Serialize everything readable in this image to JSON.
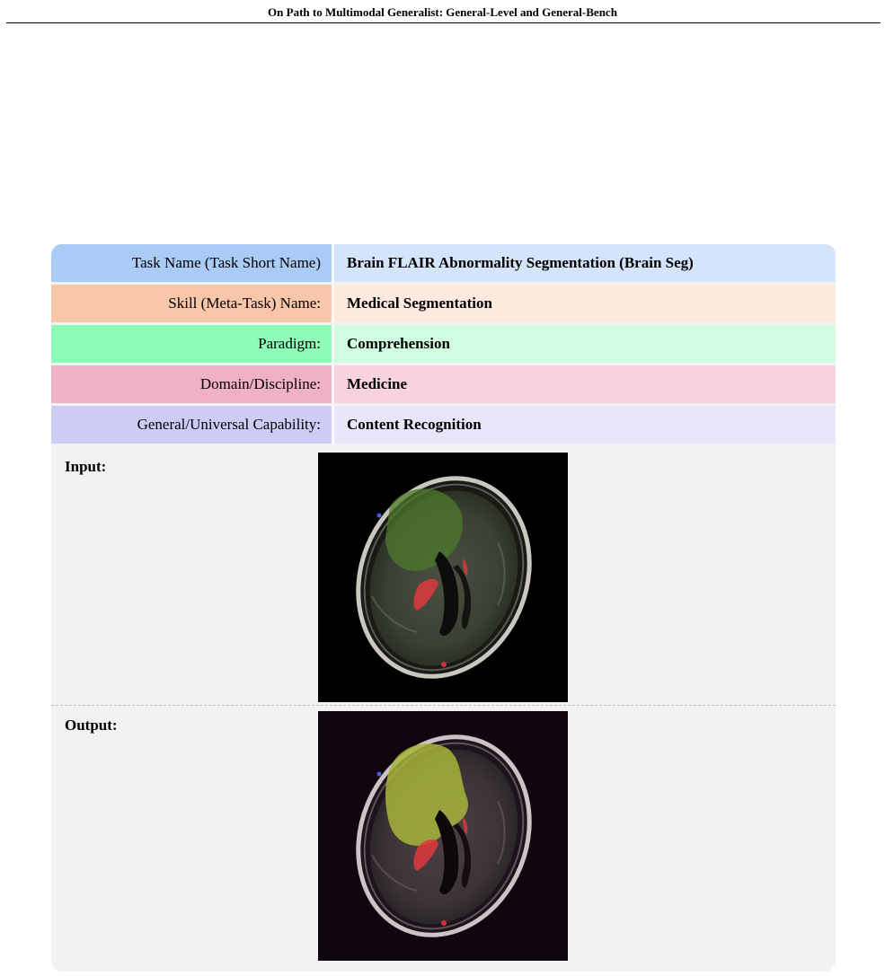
{
  "header": {
    "running_title": "On Path to Multimodal Generalist: General-Level and General-Bench"
  },
  "task_card": {
    "rows": [
      {
        "label": "Task Name (Task Short Name)",
        "value": "Brain FLAIR Abnormality Segmentation (Brain Seg)",
        "label_color": "#a9cbf5",
        "value_color": "#d3e4fb"
      },
      {
        "label": "Skill (Meta-Task) Name:",
        "value": "Medical Segmentation",
        "label_color": "#f8c6a8",
        "value_color": "#fde9de"
      },
      {
        "label": "Paradigm:",
        "value": "Comprehension",
        "label_color": "#8efcb8",
        "value_color": "#d0fce2"
      },
      {
        "label": "Domain/Discipline:",
        "value": "Medicine",
        "label_color": "#efb1c3",
        "value_color": "#f8d2dc"
      },
      {
        "label": "General/Universal Capability:",
        "value": "Content Recognition",
        "label_color": "#cfcbf7",
        "value_color": "#e8e6fb"
      }
    ],
    "input_label": "Input:",
    "output_label": "Output:"
  }
}
